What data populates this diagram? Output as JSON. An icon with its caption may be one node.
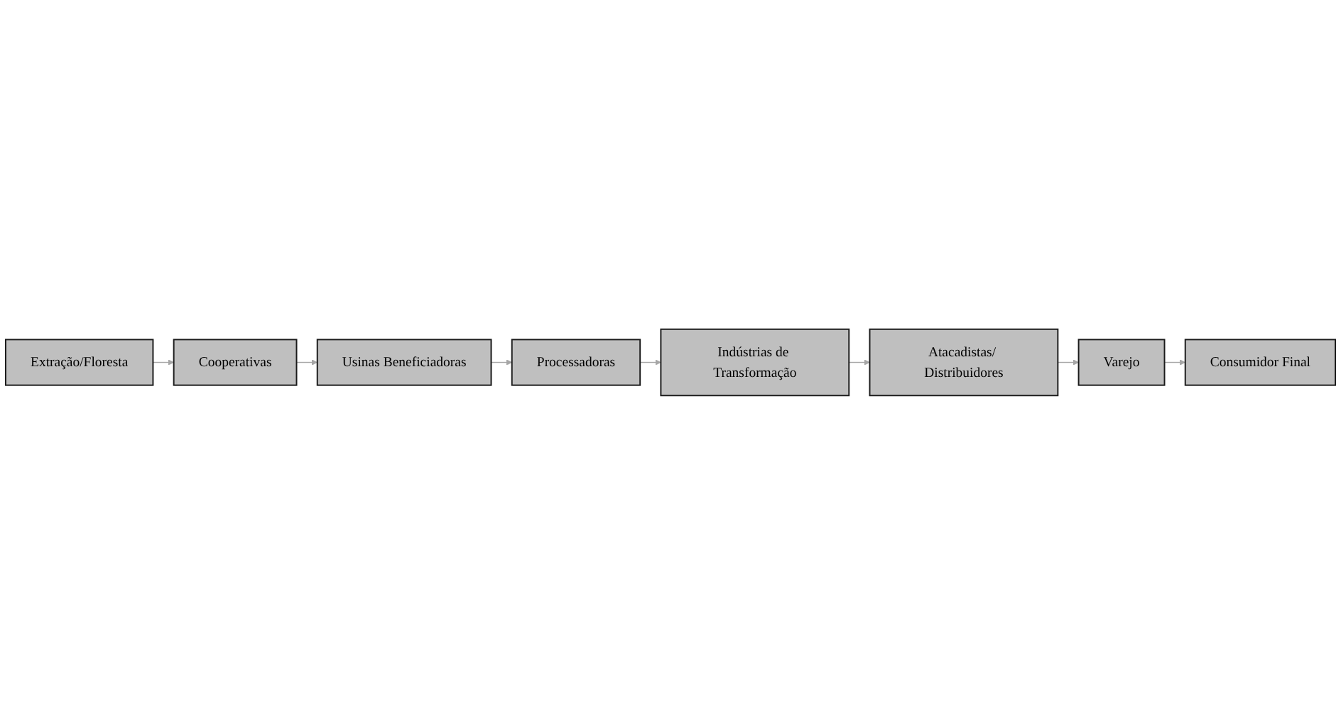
{
  "diagram": {
    "nodes": [
      {
        "text": [
          "Extração/Floresta"
        ]
      },
      {
        "text": [
          "Cooperativas"
        ]
      },
      {
        "text": [
          "Usinas Beneficiadoras"
        ]
      },
      {
        "text": [
          "Processadoras"
        ]
      },
      {
        "text": [
          "Indústrias de Transformação"
        ]
      },
      {
        "text": [
          "Atacadistas/ Distribuidores"
        ]
      },
      {
        "text": [
          "Varejo"
        ]
      },
      {
        "text": [
          "Consumidor Final"
        ]
      }
    ],
    "edges": [
      {
        "from": 0,
        "to": 1,
        "arrow": "to"
      },
      {
        "from": 1,
        "to": 2,
        "arrow": "to"
      },
      {
        "from": 2,
        "to": 3,
        "arrow": "to"
      },
      {
        "from": 3,
        "to": 4,
        "arrow": "to"
      },
      {
        "from": 4,
        "to": 5,
        "arrow": "to"
      },
      {
        "from": 5,
        "to": 6,
        "arrow": "to"
      },
      {
        "from": 6,
        "to": 7,
        "arrow": "to"
      }
    ]
  }
}
